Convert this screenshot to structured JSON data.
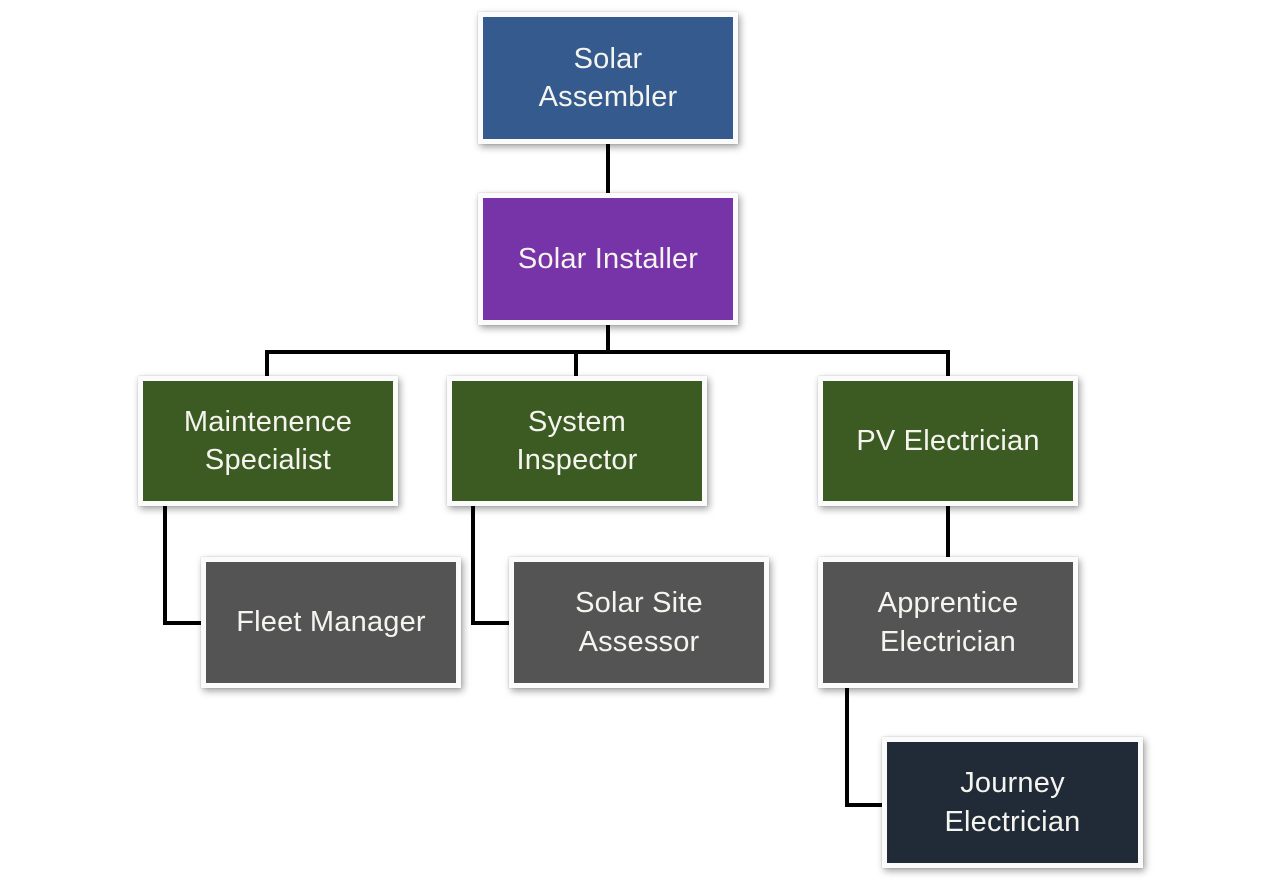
{
  "diagram": {
    "type": "org-chart",
    "background": "#ffffff",
    "connector_color": "#000000",
    "text_color": "#f5f4ef",
    "palette": {
      "blue": "#345A8E",
      "purple": "#7734A9",
      "green": "#3C5B23",
      "gray": "#545454",
      "navy": "#212B38"
    },
    "nodes": [
      {
        "id": "solar-assembler",
        "label": "Solar\nAssembler",
        "color": "#345A8E"
      },
      {
        "id": "solar-installer",
        "label": "Solar Installer",
        "color": "#7734A9"
      },
      {
        "id": "maintenence-specialist",
        "label": "Maintenence\nSpecialist",
        "color": "#3C5B23"
      },
      {
        "id": "system-inspector",
        "label": "System\nInspector",
        "color": "#3C5B23"
      },
      {
        "id": "pv-electrician",
        "label": "PV Electrician",
        "color": "#3C5B23"
      },
      {
        "id": "fleet-manager",
        "label": "Fleet Manager",
        "color": "#545454"
      },
      {
        "id": "solar-site-assessor",
        "label": "Solar Site\nAssessor",
        "color": "#545454"
      },
      {
        "id": "apprentice-electrician",
        "label": "Apprentice\nElectrician",
        "color": "#545454"
      },
      {
        "id": "journey-electrician",
        "label": "Journey\nElectrician",
        "color": "#212B38"
      }
    ],
    "edges": [
      {
        "from": "solar-assembler",
        "to": "solar-installer"
      },
      {
        "from": "solar-installer",
        "to": "maintenence-specialist"
      },
      {
        "from": "solar-installer",
        "to": "system-inspector"
      },
      {
        "from": "solar-installer",
        "to": "pv-electrician"
      },
      {
        "from": "maintenence-specialist",
        "to": "fleet-manager"
      },
      {
        "from": "system-inspector",
        "to": "solar-site-assessor"
      },
      {
        "from": "pv-electrician",
        "to": "apprentice-electrician"
      },
      {
        "from": "apprentice-electrician",
        "to": "journey-electrician"
      }
    ]
  }
}
